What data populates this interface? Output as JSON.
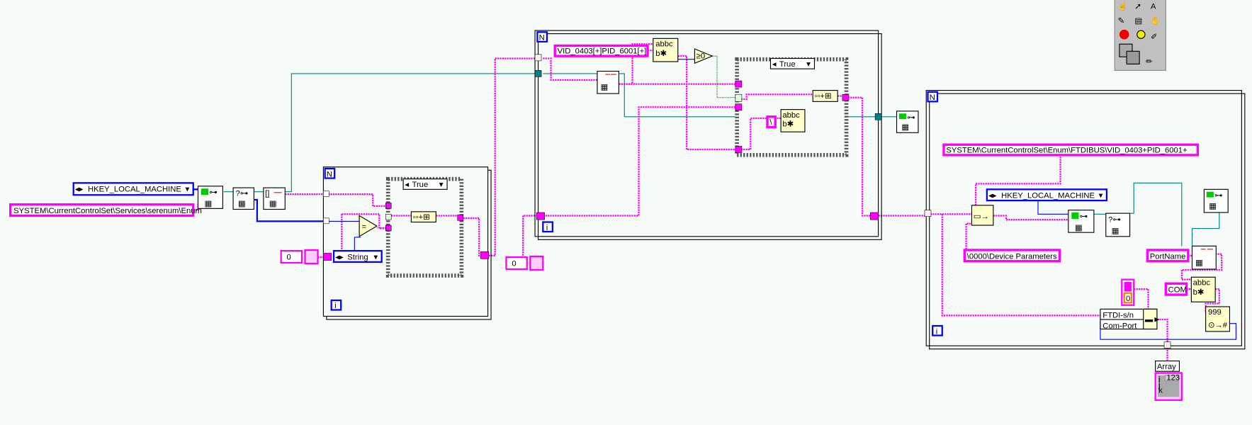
{
  "left": {
    "hkey_root": "HKEY_LOCAL_MACHINE",
    "key_path": "SYSTEM\\CurrentControlSet\\Services\\serenum\\Enum",
    "index_const": "0",
    "type_enum": "String",
    "case_selector": "True",
    "loop_count": "N",
    "loop_index": "i"
  },
  "middle": {
    "pattern": "VID_0403[+]PID_6001[+]",
    "index_const": "0",
    "case_selector": "True",
    "backslash_const": "\\",
    "compare_label": "≥0",
    "loop_count": "N",
    "loop_index": "i"
  },
  "right": {
    "ftdi_path": "SYSTEM\\CurrentControlSet\\Enum\\FTDIBUS\\VID_0403+PID_6001+",
    "hkey_root": "HKEY_LOCAL_MACHINE",
    "device_params": "\\0000\\Device Parameters",
    "value_name": "PortName",
    "com_prefix": "COM",
    "bool_index": "0",
    "cluster_fields": [
      "FTDI-s/n",
      "Com-Port"
    ],
    "array_label": "Array",
    "array_index": [
      "i",
      "j",
      "k"
    ],
    "array_value": "123",
    "loop_count": "N",
    "loop_index": "i"
  },
  "colors": {
    "string": "#ff00ff",
    "refnum": "#008080",
    "enum": "#0000ff",
    "boolean": "#008000",
    "numeric": "#ff8000"
  },
  "palette": {
    "tools": [
      "operate-tool",
      "position-tool",
      "text-tool",
      "wiring-tool",
      "shortcut-menu-tool",
      "scroll-tool",
      "breakpoint-tool",
      "probe-tool",
      "color-copy-tool",
      "coloring-tool"
    ]
  }
}
